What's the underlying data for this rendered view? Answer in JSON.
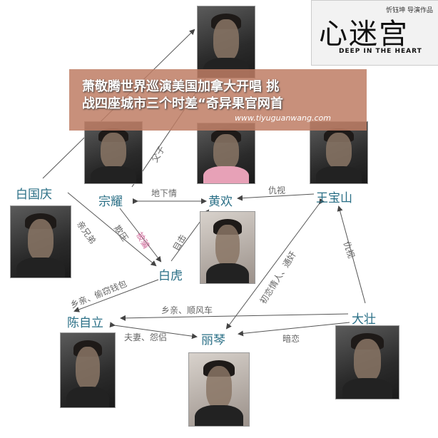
{
  "logo": {
    "director": "忻钰坤 导演作品",
    "title_cn": "心迷宫",
    "title_en": "DEEP IN THE HEART"
  },
  "banner": {
    "line1": "萧敬腾世界巡演美国加拿大开唱 挑",
    "line2": "战四座城市三个时差“奇异果官网首",
    "url": "www.tiyuguanwang.com"
  },
  "characters": {
    "bai_guoqing": "白国庆",
    "zong_yao": "宗耀",
    "huang_huan": "黄欢",
    "wang_baoshan": "王宝山",
    "bai_hu": "白虎",
    "chen_zili": "陈自立",
    "li_qin": "丽琴",
    "da_zhuang": "大壮"
  },
  "relations": {
    "father_son": "父子",
    "secret_love": "地下情",
    "enemy_1": "仇视",
    "cousins": "亲兄弟",
    "bullied": "欺压",
    "deceived": "被骗",
    "witness": "目击",
    "affair": "初恋情人、通奸",
    "enemy_2": "仇视",
    "villager_wallet": "乡亲、偷窃钱包",
    "villager_ride": "乡亲、顺风车",
    "couple": "夫妻、怨侣",
    "crush": "暗恋"
  },
  "colors": {
    "name_color": "#2a6f86",
    "pink_label": "#d06a9a",
    "banner_bg": "#be7d64"
  }
}
